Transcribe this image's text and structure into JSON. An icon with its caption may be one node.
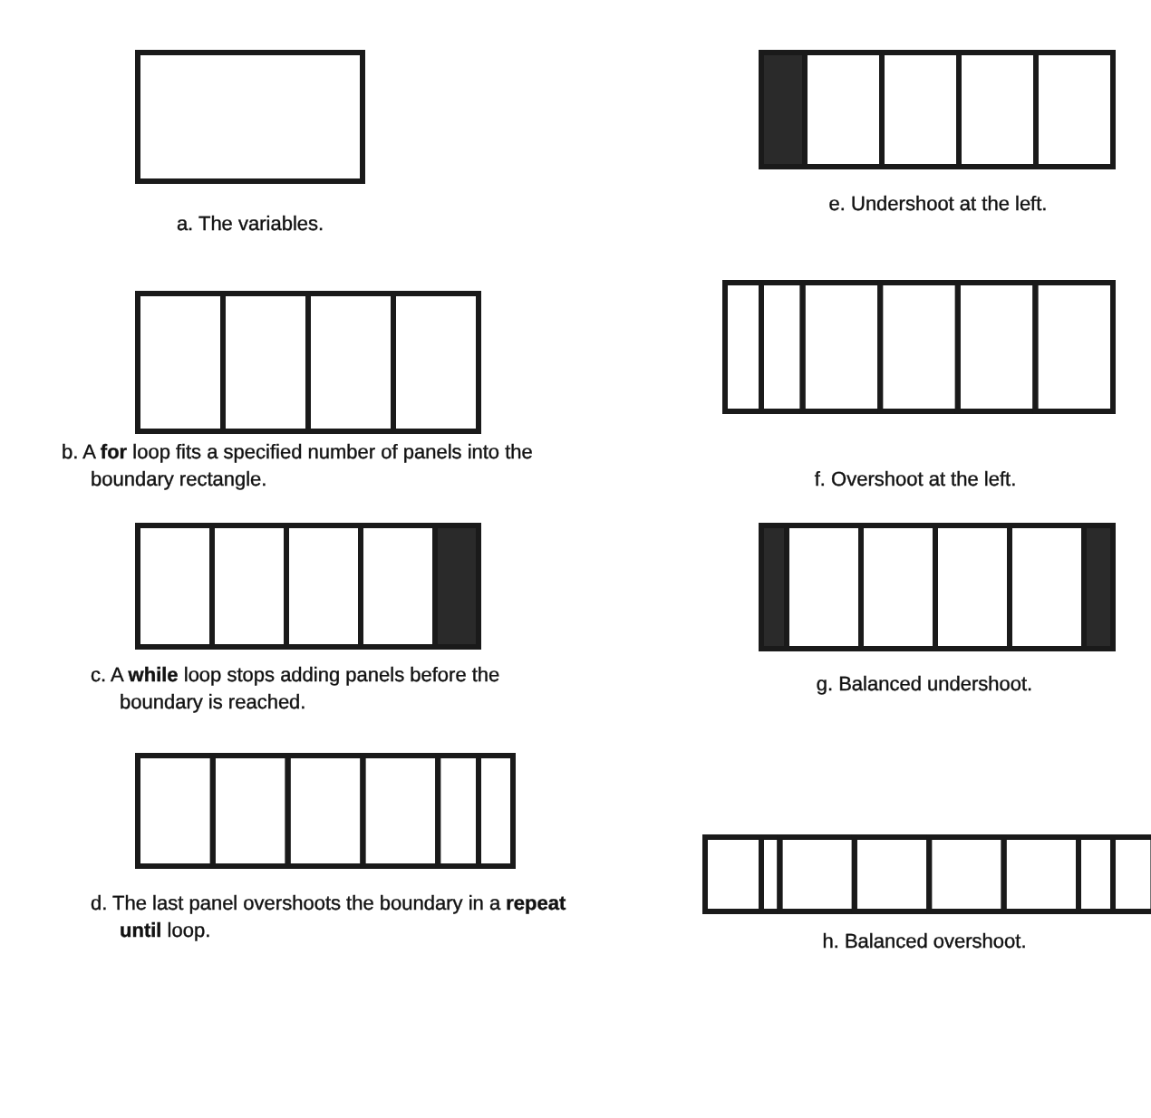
{
  "diagram": {
    "labels": [
      "a. The variables.",
      "b. A **for** loop fits a specified number of panels into the boundary rectangle.",
      "c. A **while** loop stops adding panels before the boundary is reached.",
      "d. The last panel overshoots the boundary in a **repeat until** loop.",
      "e. Undershoot at the left.",
      "f. Overshoot at the left.",
      "g. Balanced undershoot.",
      "h. Balanced overshoot."
    ]
  }
}
